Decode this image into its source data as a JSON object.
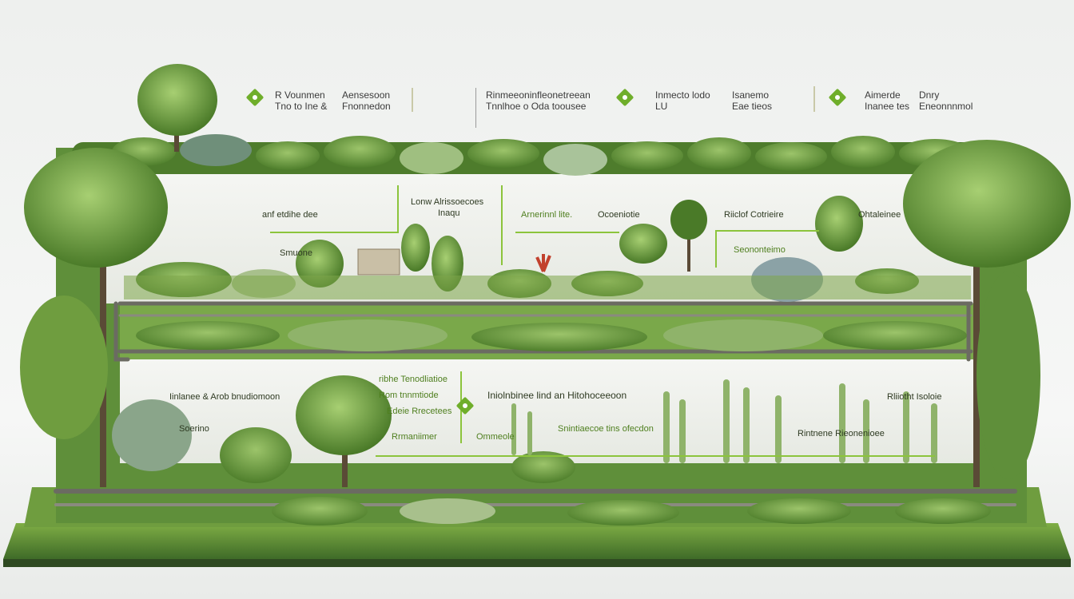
{
  "header_labels": [
    {
      "line1": "R Vounmen",
      "line2": "Tno to Ine &"
    },
    {
      "line1": "Aensesoon",
      "line2": "Fnonnedon"
    },
    {
      "line1": "Rinmeeoninfleonetreean",
      "line2": "Tnnlhoe o Oda toousee"
    },
    {
      "line1": "Inmecto lodo",
      "line2": "LU"
    },
    {
      "line1": "Isanemo",
      "line2": "Eae tieos"
    },
    {
      "line1": "Aimerde",
      "line2": "Inanee tes"
    },
    {
      "line1": "Dnry",
      "line2": "Eneonnnmol"
    }
  ],
  "upper_labels": [
    {
      "text": "anf etdihe dee"
    },
    {
      "text": "Lonw Alrissoecoes"
    },
    {
      "text": "Inaqu"
    },
    {
      "text": "Arnerinnl lite."
    },
    {
      "text": "Ocoeniotie"
    },
    {
      "text": "Riiclof Cotrieire"
    },
    {
      "text": "Ohtaleinee"
    },
    {
      "text": "Seononteimo"
    },
    {
      "text": "Smuone"
    }
  ],
  "lower_labels": [
    {
      "text": "Iinlanee & Arob bnudiomoon"
    },
    {
      "text": "Soerino"
    },
    {
      "text": "ribhe Tenodliatioe"
    },
    {
      "text": "Rom tnnmtiode"
    },
    {
      "text": "Edeie Rrecetees"
    },
    {
      "text": "Rrmaniimer"
    },
    {
      "text": "Ommeole"
    },
    {
      "text": "Iniolnbinee lind an Hitohoceeoon"
    },
    {
      "text": "Snintiaecoe tins ofecdon"
    },
    {
      "text": "Rliiotht Isoloie"
    },
    {
      "text": "Rintnene Rieonenioee"
    }
  ],
  "colors": {
    "accent": "#6fae2a",
    "foliage": "#5f8f3a",
    "dark_foliage": "#3f6b28",
    "panel": "#f1f2ef"
  }
}
